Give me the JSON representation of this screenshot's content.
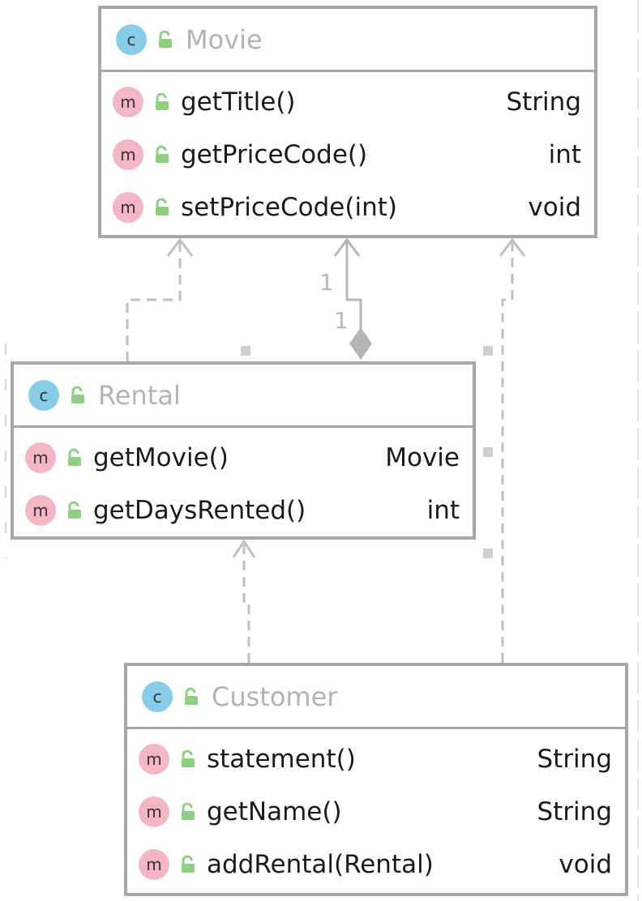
{
  "colors": {
    "class_badge": "#87cde8",
    "method_badge": "#f4b6c2",
    "lock_icon": "#8fcf82",
    "border": "#a6a6a6",
    "connector": "#c0c0c0",
    "class_name_text": "#b3b3b3"
  },
  "icons": {
    "class_badge": "class-icon",
    "method_badge": "method-icon",
    "visibility": "public-lock-icon"
  },
  "classes": [
    {
      "badge": "c",
      "name": "Movie",
      "members": [
        {
          "badge": "m",
          "name": "getTitle()",
          "type": "String"
        },
        {
          "badge": "m",
          "name": "getPriceCode()",
          "type": "int"
        },
        {
          "badge": "m",
          "name": "setPriceCode(int)",
          "type": "void"
        }
      ]
    },
    {
      "badge": "c",
      "name": "Rental",
      "members": [
        {
          "badge": "m",
          "name": "getMovie()",
          "type": "Movie"
        },
        {
          "badge": "m",
          "name": "getDaysRented()",
          "type": "int"
        }
      ]
    },
    {
      "badge": "c",
      "name": "Customer",
      "members": [
        {
          "badge": "m",
          "name": "statement()",
          "type": "String"
        },
        {
          "badge": "m",
          "name": "getName()",
          "type": "String"
        },
        {
          "badge": "m",
          "name": "addRental(Rental)",
          "type": "void"
        }
      ]
    }
  ],
  "relationships": [
    {
      "from": "Rental",
      "to": "Movie",
      "kind": "dependency"
    },
    {
      "from": "Rental",
      "to": "Movie",
      "kind": "composition",
      "multiplicity_source": "1",
      "multiplicity_target": "1"
    },
    {
      "from": "Customer",
      "to": "Movie",
      "kind": "dependency"
    },
    {
      "from": "Customer",
      "to": "Rental",
      "kind": "dependency"
    }
  ]
}
